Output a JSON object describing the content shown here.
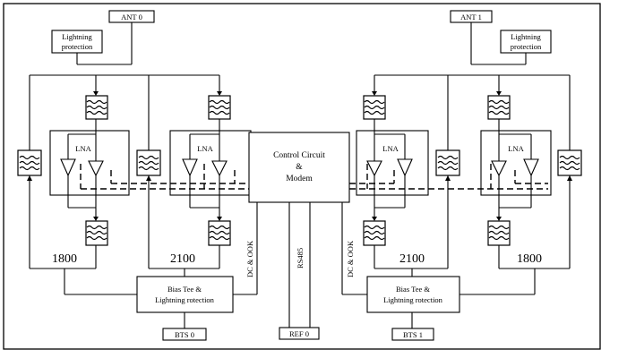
{
  "ports": {
    "ant0": "ANT 0",
    "ant1": "ANT 1",
    "bts0": "BTS 0",
    "bts1": "BTS 1",
    "ref0": "REF 0"
  },
  "lightning": {
    "line1": "Lightning",
    "line2": "protection"
  },
  "lna_label": "LNA",
  "control": {
    "line1": "Control Circuit",
    "line2": "&",
    "line3": "Modem"
  },
  "bias_tee": {
    "left_line1": "Bias Tee  &",
    "left_line2": "Lightning rotection",
    "right_line1": "Bias Tee  &",
    "right_line2": "Lightning rotection"
  },
  "signals": {
    "dc_ook": "DC & OOK",
    "rs485": "RS485"
  },
  "bands": {
    "left_outer": "1800",
    "left_inner": "2100",
    "right_inner": "2100",
    "right_outer": "1800"
  }
}
